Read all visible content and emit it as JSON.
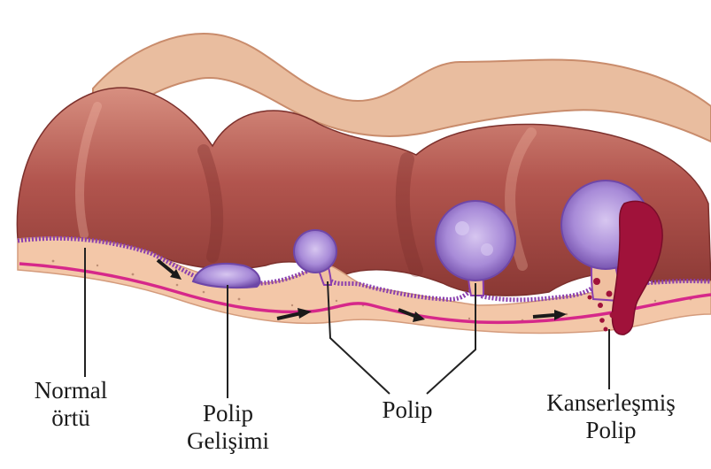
{
  "labels": {
    "normal": [
      "Normal",
      "örtü"
    ],
    "polip_gelisimi": [
      "Polip",
      "Gelişimi"
    ],
    "polip": "Polip",
    "kanserlesmis": [
      "Kanserleşmiş",
      "Polip"
    ]
  },
  "colors": {
    "muscle": "#b85a52",
    "muscle_dark": "#8e3c37",
    "submucosa": "#f2c2a2",
    "outer_wall": "#e7b696",
    "epithelium": "#8a3fae",
    "polyp": "#a585d4",
    "polyp_dark": "#6f47a8",
    "vessel": "#d6288a",
    "cancer": "#a0123a",
    "arrow": "#1a1a1a",
    "leader": "#222222"
  }
}
